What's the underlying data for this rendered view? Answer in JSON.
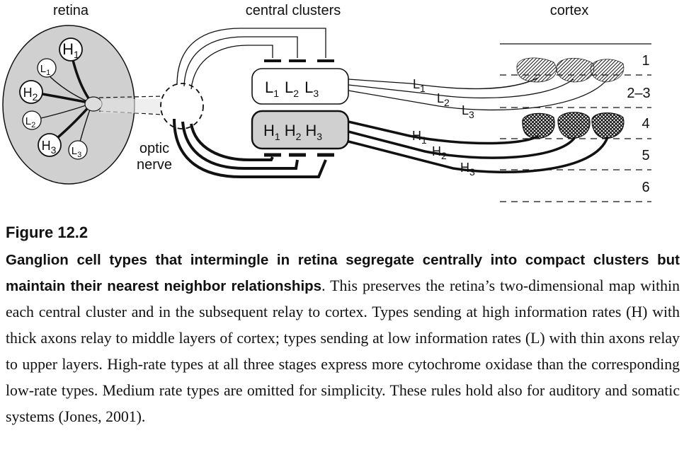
{
  "labels": {
    "retina": "retina",
    "central_clusters": "central clusters",
    "cortex": "cortex",
    "optic": "optic",
    "nerve": "nerve"
  },
  "cell_types": {
    "H": "H",
    "L": "L",
    "sub1": "1",
    "sub2": "2",
    "sub3": "3"
  },
  "cortex_layers": [
    "1",
    "2–3",
    "4",
    "5",
    "6"
  ],
  "colors": {
    "retina_fill": "#d0d0d0",
    "h_cluster_fill": "#d0d0d0",
    "l_cluster_fill": "#ffffff",
    "ink": "#111111"
  },
  "caption": {
    "figure_label": "Figure 12.2",
    "bold_lead": "Ganglion cell types that intermingle in retina segregate centrally into compact clusters but maintain their nearest neighbor relationships",
    "body": ". This preserves the retina’s two-dimensional map within each central cluster and in the subsequent relay to cortex. Types sending at high information rates (H) with thick axons relay to middle layers of cortex; types sending at low information rates (L) with thin axons relay to upper layers. High-rate types at all three stages express more cytochrome oxidase than the corresponding low-rate types. Medium rate types are omitted for simplicity. These rules hold also for auditory and somatic systems (Jones, 2001)."
  }
}
